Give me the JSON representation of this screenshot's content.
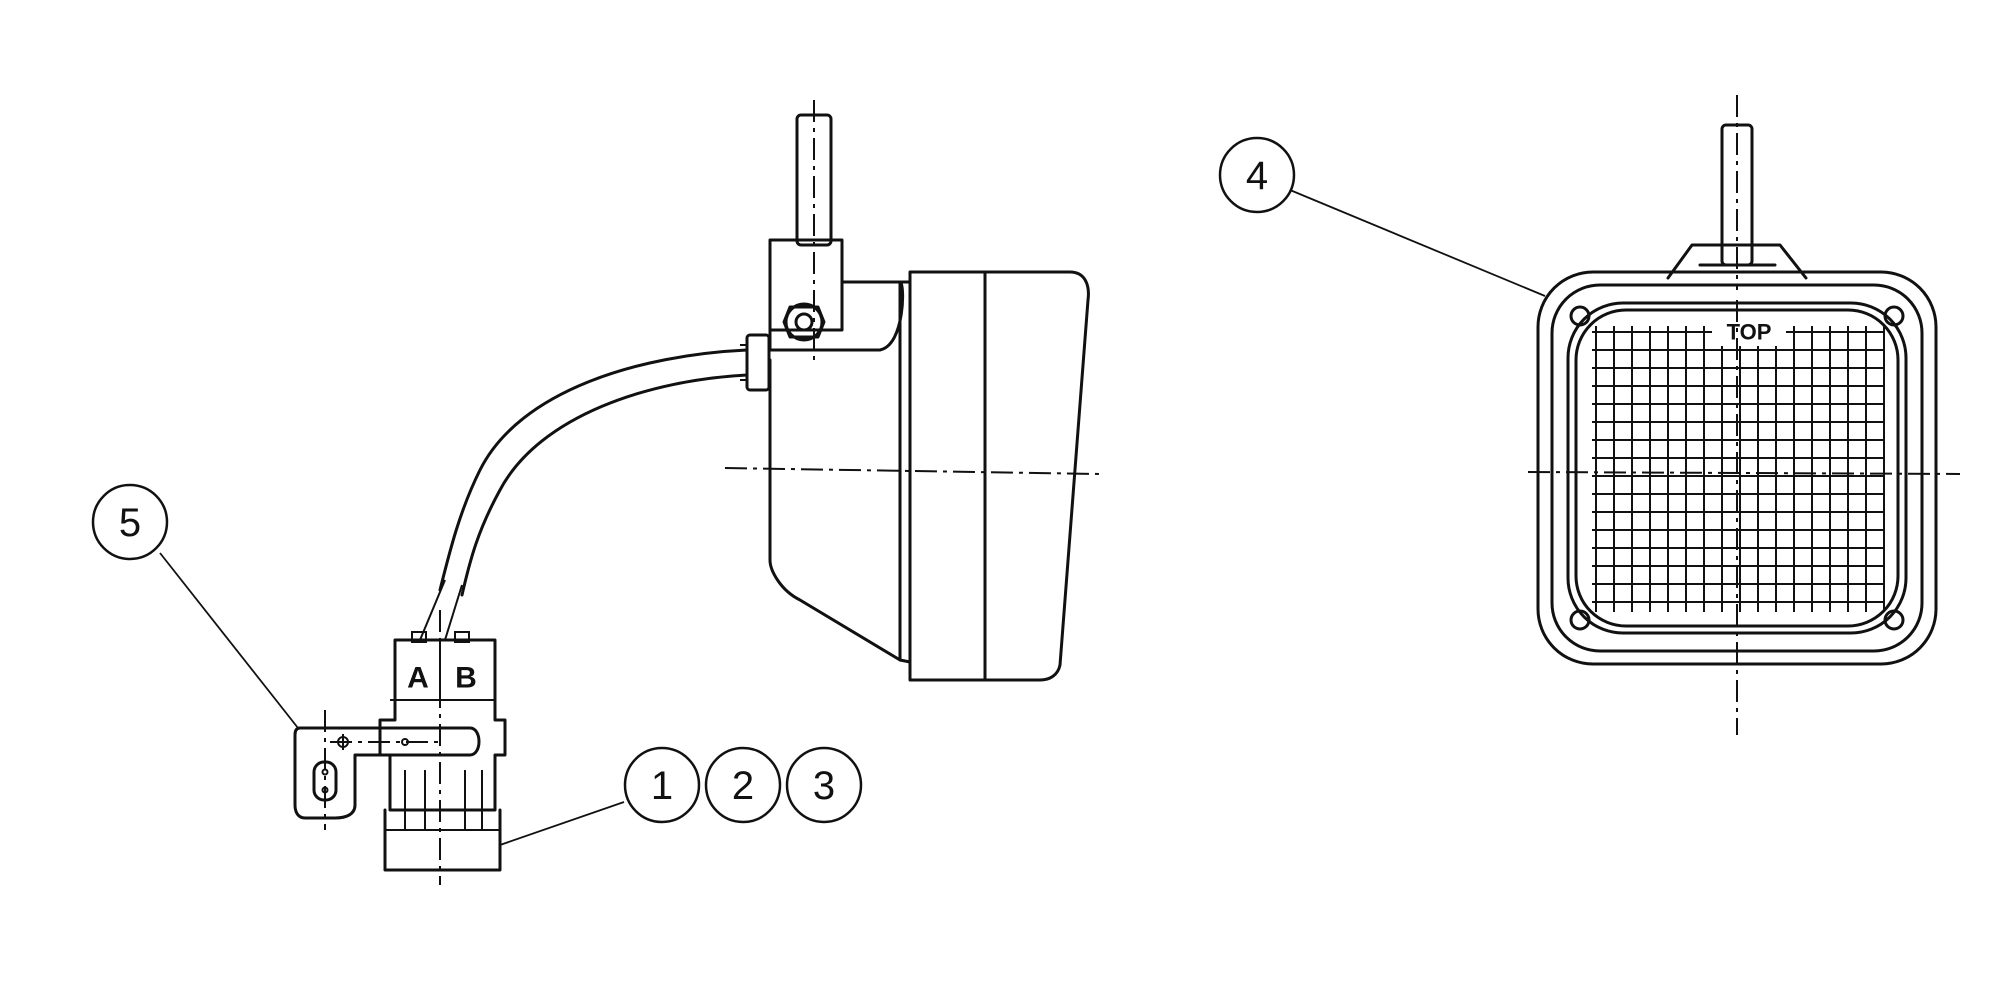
{
  "callouts": [
    {
      "id": "1",
      "label": "1"
    },
    {
      "id": "2",
      "label": "2"
    },
    {
      "id": "3",
      "label": "3"
    },
    {
      "id": "4",
      "label": "4"
    },
    {
      "id": "5",
      "label": "5"
    }
  ],
  "connector": {
    "pin_a": "A",
    "pin_b": "B"
  },
  "front_view": {
    "lens_marking": "TOP"
  }
}
